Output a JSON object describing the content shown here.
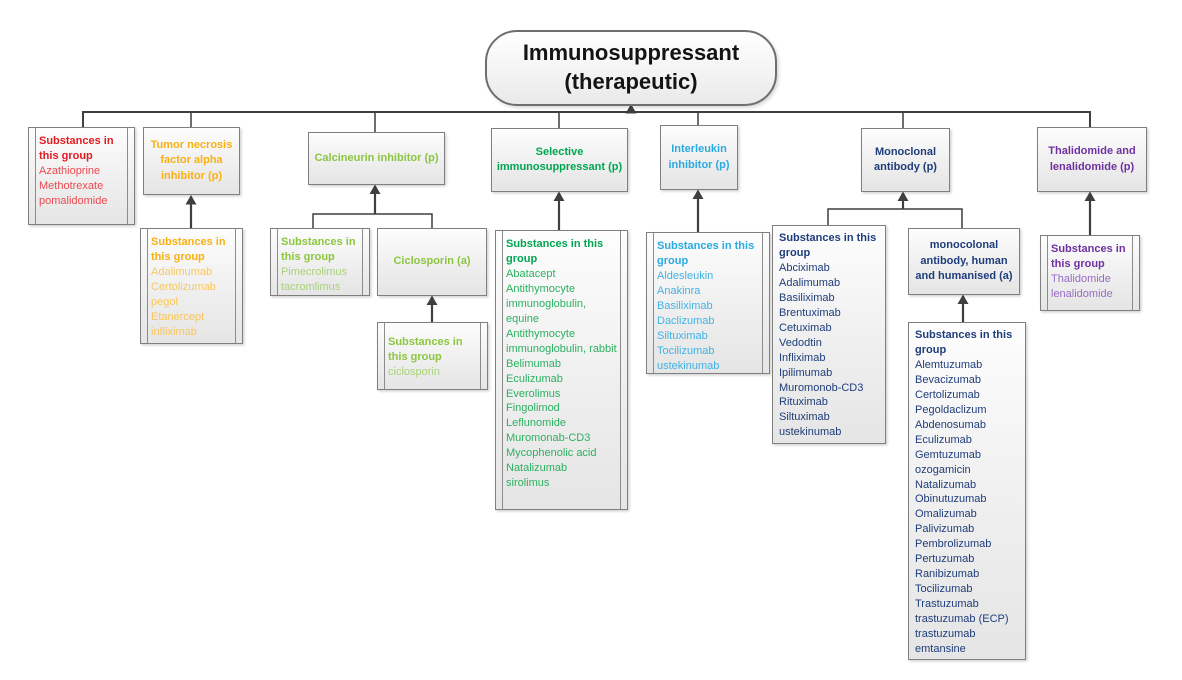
{
  "diagram": {
    "title": {
      "line1": "Immunosuppressant",
      "line2": "(therapeutic)"
    }
  },
  "colors": {
    "red": "#e11b22",
    "red_light": "#ee4950",
    "orange": "#f9b012",
    "orange_light": "#fbc75b",
    "light_green": "#8cc63f",
    "light_green_light": "#a9d277",
    "green": "#00a551",
    "green_light": "#2bb161",
    "cyan": "#29abe2",
    "navy": "#1f3d7a",
    "purple": "#7030a0",
    "purple_light": "#9a6bc5",
    "connector": "#3f3f3f"
  },
  "nodes": {
    "direct": {
      "header": "Substances in this group",
      "items": [
        "Azathioprine",
        "Methotrexate",
        "pomalidomide"
      ]
    },
    "tnf": {
      "label": "Tumor necrosis factor alpha inhibitor (p)"
    },
    "tnf_substances": {
      "header": "Substances in this group",
      "items": [
        "Adalimumab",
        "Certolizumab pegol",
        "Etanercept",
        "infliximab"
      ]
    },
    "calcineurin": {
      "label": "Calcineurin inhibitor (p)"
    },
    "calcineurin_substances": {
      "header": "Substances in this group",
      "items": [
        "Pimecrolimus",
        "tacromlimus"
      ]
    },
    "ciclosporin": {
      "label": "Ciclosporin (a)"
    },
    "ciclosporin_substances": {
      "header": "Substances in this group",
      "items": [
        "ciclosporin"
      ]
    },
    "selective": {
      "label": "Selective immunosuppressant (p)"
    },
    "selective_substances": {
      "header": "Substances in this group",
      "items": [
        "Abatacept",
        "Antithymocyte immunoglobulin, equine",
        "Antithymocyte immunoglobulin, rabbit",
        "Belimumab",
        "Eculizumab",
        "Everolimus",
        "Fingolimod",
        "Leflunomide",
        "Muromonab-CD3",
        "Mycophenolic acid",
        "Natalizumab",
        "sirolimus"
      ]
    },
    "interleukin": {
      "label": "Interleukin inhibitor (p)"
    },
    "interleukin_substances": {
      "header": "Substances in this group",
      "items": [
        "Aldesleukin",
        "Anakinra",
        "Basiliximab",
        "Daclizumab",
        "Siltuximab",
        "Tocilizumab",
        "ustekinumab"
      ]
    },
    "monoclonal": {
      "label": "Monoclonal antibody (p)"
    },
    "monoclonal_substances": {
      "header": "Substances in this group",
      "items": [
        "Abciximab",
        "Adalimumab",
        "Basiliximab",
        "Brentuximab",
        "Cetuximab",
        "Vedodtin",
        "Infliximab",
        "Ipilimumab",
        "Muromonob-CD3",
        "Rituximab",
        "Siltuximab",
        "ustekinumab"
      ]
    },
    "monoclonal_human": {
      "label": "monocolonal antibody, human and humanised (a)"
    },
    "monoclonal_human_substances": {
      "header": "Substances in this group",
      "items": [
        "Alemtuzumab",
        "Bevacizumab",
        "Certolizumab",
        "Pegoldaclizum",
        "Abdenosumab",
        "Eculizumab",
        "Gemtuzumab ozogamicin",
        "Natalizumab",
        "Obinutuzumab",
        "Omalizumab",
        "Palivizumab",
        "Pembrolizumab",
        "Pertuzumab",
        "Ranibizumab",
        "Tocilizumab",
        "Trastuzumab",
        "trastuzumab (ECP)",
        "trastuzumab emtansine"
      ]
    },
    "thalidomide": {
      "label": "Thalidomide and lenalidomide (p)"
    },
    "thalidomide_substances": {
      "header": "Substances in this group",
      "items": [
        "Thalidomide",
        "lenalidomide"
      ]
    }
  }
}
